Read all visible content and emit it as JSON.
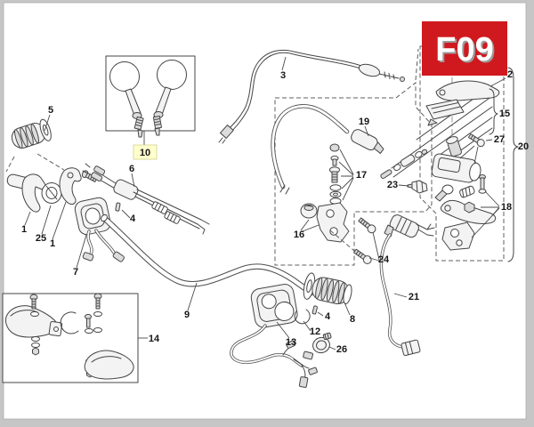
{
  "header": {
    "code": "F09"
  },
  "selected_callout": "10",
  "callouts": [
    "5",
    "10",
    "6",
    "3",
    "19",
    "17",
    "23",
    "2",
    "15",
    "27",
    "20",
    "18",
    "16",
    "24",
    "21",
    "1",
    "25",
    "1",
    "7",
    "4",
    "9",
    "14",
    "13",
    "12",
    "4",
    "8",
    "26"
  ],
  "colors": {
    "code_bg": "#d0191f",
    "code_text": "#ffffff",
    "highlight_bg": "#ffffcc",
    "ink": "#454545",
    "frame": "#c6c6c6",
    "paper": "#ffffff"
  }
}
